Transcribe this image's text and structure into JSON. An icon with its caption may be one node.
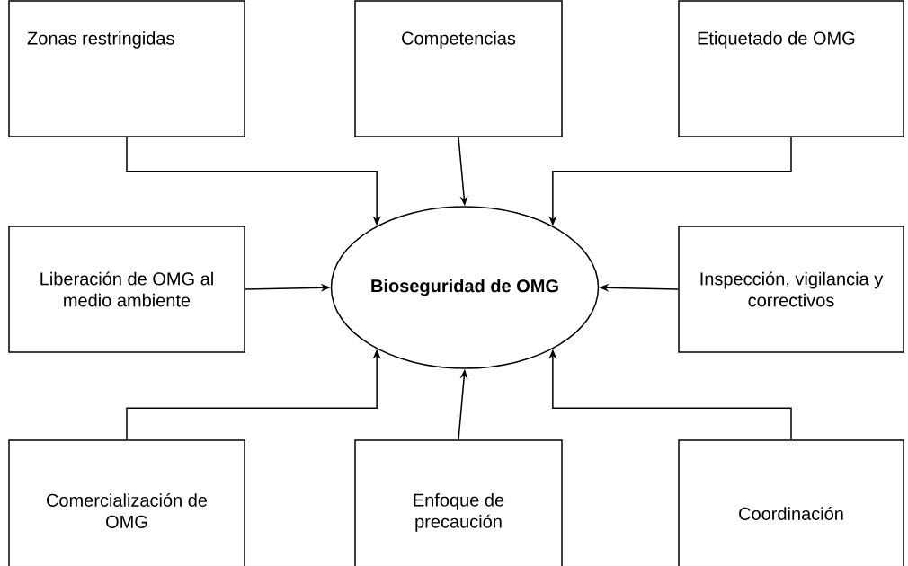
{
  "diagram": {
    "nodes": [
      {
        "text": [
          "Zonas restringidas"
        ]
      },
      {
        "text": [
          "Competencias"
        ]
      },
      {
        "text": [
          "Etiquetado de OMG"
        ]
      },
      {
        "text": [
          "Liberación de OMG al medio ambiente"
        ]
      },
      {
        "text": [
          "Bioseguridad de OMG"
        ]
      },
      {
        "text": [
          "Inspección, vigilancia y correctivos"
        ]
      },
      {
        "text": [
          "Comercialización de OMG"
        ]
      },
      {
        "text": [
          "Enfoque de precaución"
        ]
      },
      {
        "text": [
          "Coordinación"
        ]
      }
    ],
    "edges": [
      {
        "from": 0,
        "to": 4,
        "arrow": "to"
      },
      {
        "from": 1,
        "to": 4,
        "arrow": "to"
      },
      {
        "from": 2,
        "to": 4,
        "arrow": "to"
      },
      {
        "from": 3,
        "to": 4,
        "arrow": "to"
      },
      {
        "from": 5,
        "to": 4,
        "arrow": "to"
      },
      {
        "from": 6,
        "to": 4,
        "arrow": "to"
      },
      {
        "from": 7,
        "to": 4,
        "arrow": "to"
      },
      {
        "from": 8,
        "to": 4,
        "arrow": "to"
      }
    ]
  }
}
